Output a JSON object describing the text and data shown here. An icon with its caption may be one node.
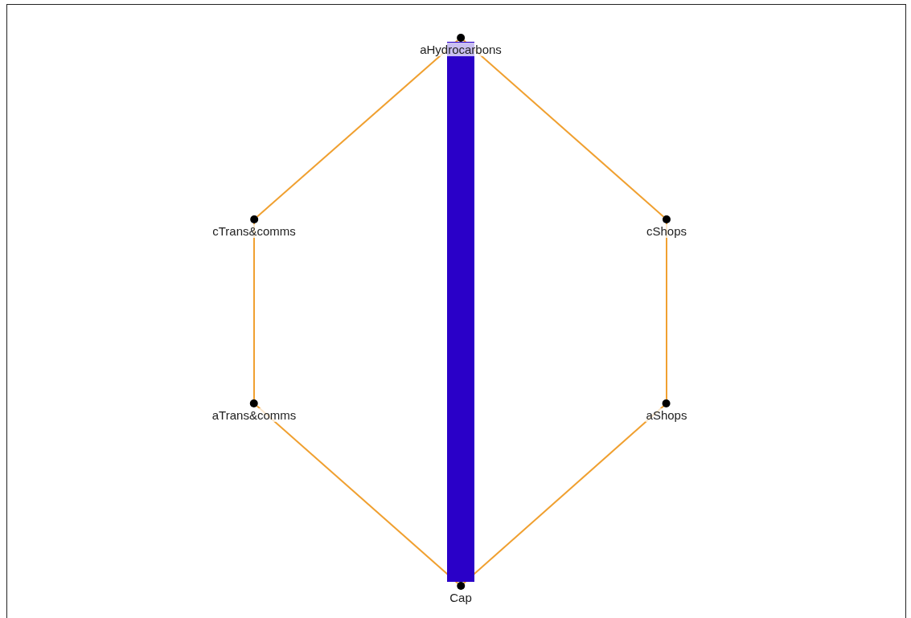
{
  "diagram": {
    "nodes": [
      {
        "text": [
          "aHydrocarbons"
        ]
      },
      {
        "text": [
          "cTrans&comms"
        ]
      },
      {
        "text": [
          "cShops"
        ]
      },
      {
        "text": [
          "aTrans&comms"
        ]
      },
      {
        "text": [
          "aShops"
        ]
      },
      {
        "text": [
          "Cap"
        ]
      }
    ],
    "edges": [
      {
        "from": 0,
        "to": 1,
        "arrow": "none"
      },
      {
        "from": 1,
        "to": 3,
        "arrow": "none"
      },
      {
        "from": 3,
        "to": 5,
        "arrow": "none"
      },
      {
        "from": 5,
        "to": 4,
        "arrow": "none"
      },
      {
        "from": 4,
        "to": 2,
        "arrow": "none"
      },
      {
        "from": 2,
        "to": 0,
        "arrow": "none"
      },
      {
        "from": 0,
        "to": 5,
        "arrow": "none",
        "style": "thick",
        "color": "#2a00c8"
      }
    ]
  }
}
